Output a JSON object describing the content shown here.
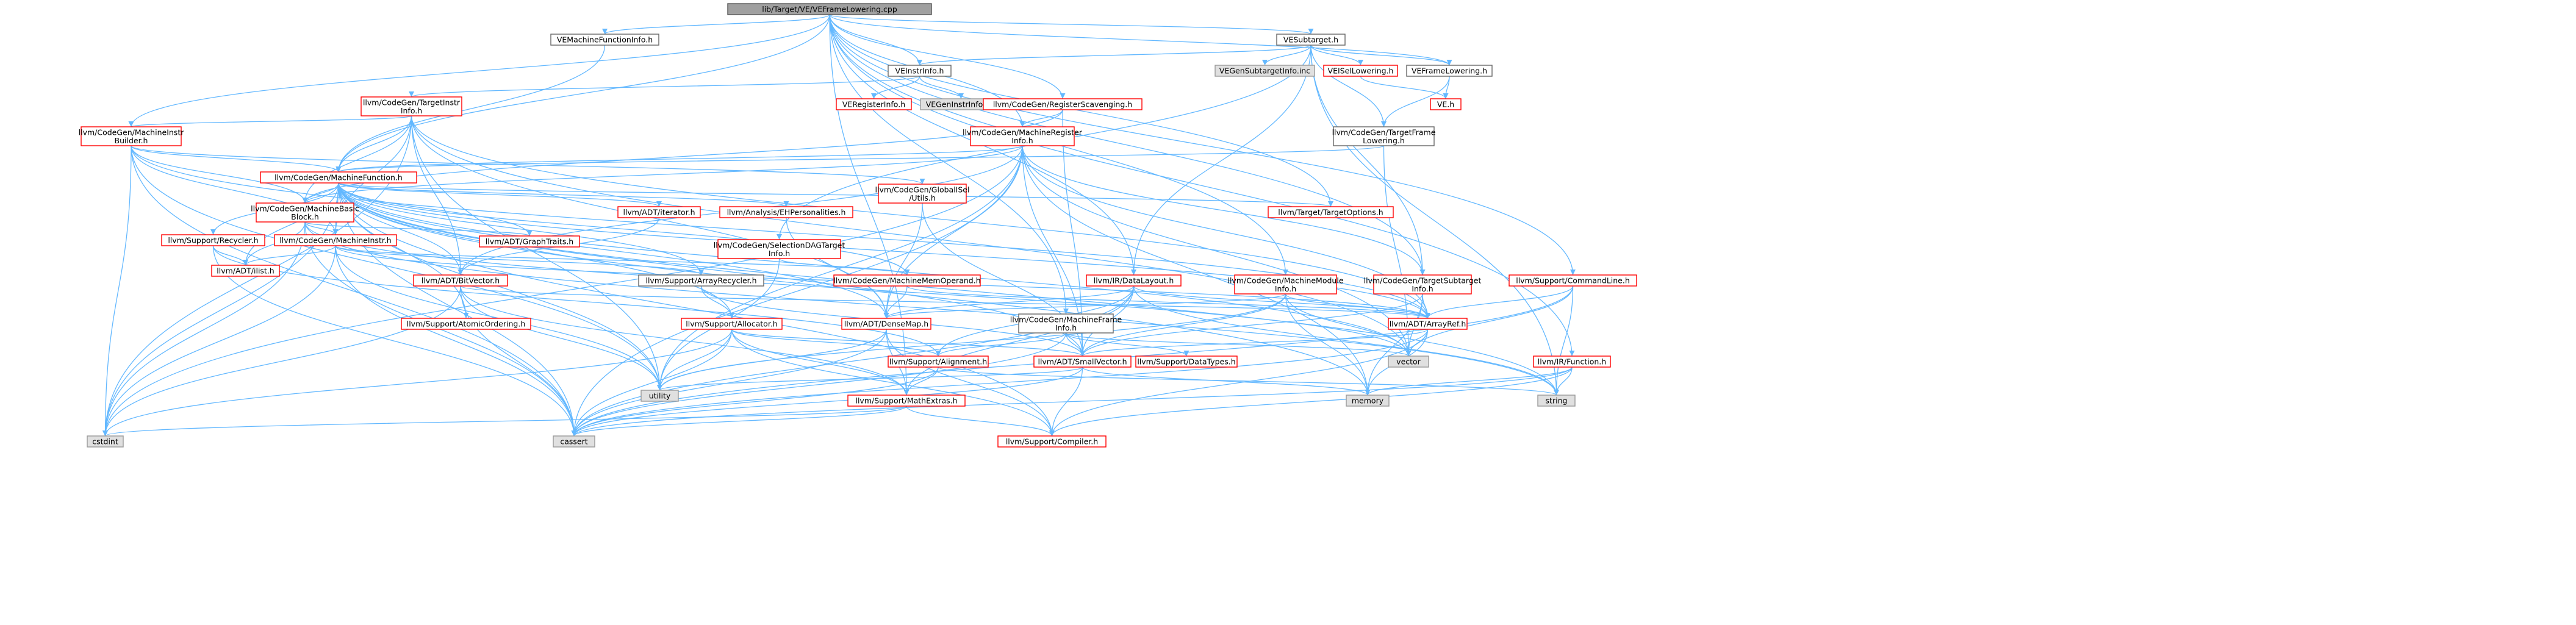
{
  "graph": {
    "nodes": [
      {
        "id": "root",
        "label": [
          "lib/Target/VE/VEFrameLowering.cpp"
        ],
        "style": "root"
      },
      {
        "id": "vemfi",
        "label": [
          "VEMachineFunctionInfo.h"
        ],
        "style": "black"
      },
      {
        "id": "vesubtarget",
        "label": [
          "VESubtarget.h"
        ],
        "style": "black"
      },
      {
        "id": "veinstrinfo",
        "label": [
          "VEInstrInfo.h"
        ],
        "style": "black"
      },
      {
        "id": "vegensubtargetinfo",
        "label": [
          "VEGenSubtargetInfo.inc"
        ],
        "style": "gray"
      },
      {
        "id": "veisellowering",
        "label": [
          "VEISelLowering.h"
        ],
        "style": "red"
      },
      {
        "id": "veframelowering",
        "label": [
          "VEFrameLowering.h"
        ],
        "style": "black"
      },
      {
        "id": "veh",
        "label": [
          "VE.h"
        ],
        "style": "red"
      },
      {
        "id": "targetinstrinfo",
        "label": [
          "llvm/CodeGen/TargetInstr",
          "Info.h"
        ],
        "style": "red"
      },
      {
        "id": "veregisterinfo",
        "label": [
          "VERegisterInfo.h"
        ],
        "style": "red"
      },
      {
        "id": "vegeninstrinfo",
        "label": [
          "VEGenInstrInfo.inc"
        ],
        "style": "gray"
      },
      {
        "id": "regscavenging",
        "label": [
          "llvm/CodeGen/RegisterScavenging.h"
        ],
        "style": "red"
      },
      {
        "id": "targetframelowering",
        "label": [
          "llvm/CodeGen/TargetFrame",
          "Lowering.h"
        ],
        "style": "black"
      },
      {
        "id": "mib",
        "label": [
          "llvm/CodeGen/MachineInstr",
          "Builder.h"
        ],
        "style": "red"
      },
      {
        "id": "mri",
        "label": [
          "llvm/CodeGen/MachineRegister",
          "Info.h"
        ],
        "style": "red"
      },
      {
        "id": "mf",
        "label": [
          "llvm/CodeGen/MachineFunction.h"
        ],
        "style": "red"
      },
      {
        "id": "globalisel",
        "label": [
          "llvm/CodeGen/GlobalISel",
          "/Utils.h"
        ],
        "style": "red"
      },
      {
        "id": "mbb",
        "label": [
          "llvm/CodeGen/MachineBasic",
          "Block.h"
        ],
        "style": "red"
      },
      {
        "id": "adtiterator",
        "label": [
          "llvm/ADT/iterator.h"
        ],
        "style": "red"
      },
      {
        "id": "ehpersonalities",
        "label": [
          "llvm/Analysis/EHPersonalities.h"
        ],
        "style": "red"
      },
      {
        "id": "targetoptions",
        "label": [
          "llvm/Target/TargetOptions.h"
        ],
        "style": "red"
      },
      {
        "id": "recycler",
        "label": [
          "llvm/Support/Recycler.h"
        ],
        "style": "red"
      },
      {
        "id": "minstr",
        "label": [
          "llvm/CodeGen/MachineInstr.h"
        ],
        "style": "red"
      },
      {
        "id": "graphtraits",
        "label": [
          "llvm/ADT/GraphTraits.h"
        ],
        "style": "red"
      },
      {
        "id": "seldagtargetinfo",
        "label": [
          "llvm/CodeGen/SelectionDAGTarget",
          "Info.h"
        ],
        "style": "red"
      },
      {
        "id": "commandline",
        "label": [
          "llvm/Support/CommandLine.h"
        ],
        "style": "red"
      },
      {
        "id": "ilist",
        "label": [
          "llvm/ADT/ilist.h"
        ],
        "style": "red"
      },
      {
        "id": "bitvector",
        "label": [
          "llvm/ADT/BitVector.h"
        ],
        "style": "red"
      },
      {
        "id": "arrayrecycler",
        "label": [
          "llvm/Support/ArrayRecycler.h"
        ],
        "style": "black"
      },
      {
        "id": "mmo",
        "label": [
          "llvm/CodeGen/MachineMemOperand.h"
        ],
        "style": "red"
      },
      {
        "id": "datalayout",
        "label": [
          "llvm/IR/DataLayout.h"
        ],
        "style": "red"
      },
      {
        "id": "mmi",
        "label": [
          "llvm/CodeGen/MachineModule",
          "Info.h"
        ],
        "style": "red"
      },
      {
        "id": "tsi",
        "label": [
          "llvm/CodeGen/TargetSubtarget",
          "Info.h"
        ],
        "style": "red"
      },
      {
        "id": "mfi",
        "label": [
          "llvm/CodeGen/MachineFrame",
          "Info.h"
        ],
        "style": "black"
      },
      {
        "id": "atomicordering",
        "label": [
          "llvm/Support/AtomicOrdering.h"
        ],
        "style": "red"
      },
      {
        "id": "allocator",
        "label": [
          "llvm/Support/Allocator.h"
        ],
        "style": "red"
      },
      {
        "id": "densemap",
        "label": [
          "llvm/ADT/DenseMap.h"
        ],
        "style": "red"
      },
      {
        "id": "arrayref",
        "label": [
          "llvm/ADT/ArrayRef.h"
        ],
        "style": "red"
      },
      {
        "id": "alignment",
        "label": [
          "llvm/Support/Alignment.h"
        ],
        "style": "red"
      },
      {
        "id": "smallvector",
        "label": [
          "llvm/ADT/SmallVector.h"
        ],
        "style": "red"
      },
      {
        "id": "datatypes",
        "label": [
          "llvm/Support/DataTypes.h"
        ],
        "style": "red"
      },
      {
        "id": "vector",
        "label": [
          "vector"
        ],
        "style": "gray"
      },
      {
        "id": "irfunction",
        "label": [
          "llvm/IR/Function.h"
        ],
        "style": "red"
      },
      {
        "id": "utility",
        "label": [
          "utility"
        ],
        "style": "gray"
      },
      {
        "id": "mathextras",
        "label": [
          "llvm/Support/MathExtras.h"
        ],
        "style": "red"
      },
      {
        "id": "memory",
        "label": [
          "memory"
        ],
        "style": "gray"
      },
      {
        "id": "string",
        "label": [
          "string"
        ],
        "style": "gray"
      },
      {
        "id": "cstdint",
        "label": [
          "cstdint"
        ],
        "style": "gray"
      },
      {
        "id": "cassert",
        "label": [
          "cassert"
        ],
        "style": "gray"
      },
      {
        "id": "compiler",
        "label": [
          "llvm/Support/Compiler.h"
        ],
        "style": "red"
      }
    ],
    "edges": [
      [
        "root",
        "vemfi"
      ],
      [
        "root",
        "vesubtarget"
      ],
      [
        "root",
        "veinstrinfo"
      ],
      [
        "root",
        "regscavenging"
      ],
      [
        "root",
        "mib"
      ],
      [
        "root",
        "mri"
      ],
      [
        "root",
        "mf"
      ],
      [
        "root",
        "mmi"
      ],
      [
        "root",
        "mfi"
      ],
      [
        "root",
        "commandline"
      ],
      [
        "root",
        "mathextras"
      ],
      [
        "root",
        "datalayout"
      ],
      [
        "root",
        "irfunction"
      ],
      [
        "root",
        "veframelowering"
      ],
      [
        "root",
        "tsi"
      ],
      [
        "root",
        "targetoptions"
      ],
      [
        "vemfi",
        "mf"
      ],
      [
        "vesubtarget",
        "veinstrinfo"
      ],
      [
        "vesubtarget",
        "vegensubtargetinfo"
      ],
      [
        "vesubtarget",
        "veisellowering"
      ],
      [
        "vesubtarget",
        "veframelowering"
      ],
      [
        "vesubtarget",
        "targetframelowering"
      ],
      [
        "vesubtarget",
        "tsi"
      ],
      [
        "vesubtarget",
        "seldagtargetinfo"
      ],
      [
        "vesubtarget",
        "datalayout"
      ],
      [
        "vesubtarget",
        "string"
      ],
      [
        "veisellowering",
        "veh"
      ],
      [
        "veframelowering",
        "veh"
      ],
      [
        "veframelowering",
        "targetframelowering"
      ],
      [
        "veinstrinfo",
        "targetinstrinfo"
      ],
      [
        "veinstrinfo",
        "veregisterinfo"
      ],
      [
        "veinstrinfo",
        "vegeninstrinfo"
      ],
      [
        "targetinstrinfo",
        "mf"
      ],
      [
        "targetinstrinfo",
        "mib"
      ],
      [
        "targetinstrinfo",
        "mbb"
      ],
      [
        "targetinstrinfo",
        "minstr"
      ],
      [
        "targetinstrinfo",
        "arrayref"
      ],
      [
        "targetinstrinfo",
        "densemap"
      ],
      [
        "targetinstrinfo",
        "bitvector"
      ],
      [
        "targetinstrinfo",
        "cstdint"
      ],
      [
        "targetinstrinfo",
        "utility"
      ],
      [
        "targetinstrinfo",
        "vector"
      ],
      [
        "regscavenging",
        "mri"
      ],
      [
        "regscavenging",
        "mbb"
      ],
      [
        "regscavenging",
        "smallvector"
      ],
      [
        "targetframelowering",
        "mf"
      ],
      [
        "targetframelowering",
        "vector"
      ],
      [
        "mib",
        "mf"
      ],
      [
        "mib",
        "mbb"
      ],
      [
        "mib",
        "minstr"
      ],
      [
        "mib",
        "globalisel"
      ],
      [
        "mib",
        "cstdint"
      ],
      [
        "mib",
        "cassert"
      ],
      [
        "mib",
        "utility"
      ],
      [
        "mib",
        "arrayref"
      ],
      [
        "mri",
        "mf"
      ],
      [
        "mri",
        "mbb"
      ],
      [
        "mri",
        "bitvector"
      ],
      [
        "mri",
        "densemap"
      ],
      [
        "mri",
        "arrayref"
      ],
      [
        "mri",
        "smallvector"
      ],
      [
        "mri",
        "tsi"
      ],
      [
        "mri",
        "memory"
      ],
      [
        "mri",
        "vector"
      ],
      [
        "mri",
        "utility"
      ],
      [
        "mri",
        "cassert"
      ],
      [
        "mri",
        "cstdint"
      ],
      [
        "mf",
        "mbb"
      ],
      [
        "mf",
        "adtiterator"
      ],
      [
        "mf",
        "ehpersonalities"
      ],
      [
        "mf",
        "targetoptions"
      ],
      [
        "mf",
        "recycler"
      ],
      [
        "mf",
        "minstr"
      ],
      [
        "mf",
        "graphtraits"
      ],
      [
        "mf",
        "ilist"
      ],
      [
        "mf",
        "bitvector"
      ],
      [
        "mf",
        "arrayrecycler"
      ],
      [
        "mf",
        "mmo"
      ],
      [
        "mf",
        "atomicordering"
      ],
      [
        "mf",
        "allocator"
      ],
      [
        "mf",
        "densemap"
      ],
      [
        "mf",
        "arrayref"
      ],
      [
        "mf",
        "smallvector"
      ],
      [
        "mf",
        "compiler"
      ],
      [
        "mf",
        "cassert"
      ],
      [
        "mf",
        "cstdint"
      ],
      [
        "mf",
        "memory"
      ],
      [
        "mf",
        "utility"
      ],
      [
        "mf",
        "vector"
      ],
      [
        "mf",
        "string"
      ],
      [
        "globalisel",
        "densemap"
      ],
      [
        "globalisel",
        "smallvector"
      ],
      [
        "mbb",
        "minstr"
      ],
      [
        "mbb",
        "graphtraits"
      ],
      [
        "mbb",
        "ilist"
      ],
      [
        "mbb",
        "cassert"
      ],
      [
        "mbb",
        "cstdint"
      ],
      [
        "mbb",
        "string"
      ],
      [
        "mbb",
        "vector"
      ],
      [
        "minstr",
        "ilist"
      ],
      [
        "minstr",
        "arrayrecycler"
      ],
      [
        "minstr",
        "mmo"
      ],
      [
        "minstr",
        "arrayref"
      ],
      [
        "minstr",
        "cassert"
      ],
      [
        "minstr",
        "cstdint"
      ],
      [
        "minstr",
        "utility"
      ],
      [
        "adtiterator",
        "bitvector"
      ],
      [
        "ehpersonalities",
        "densemap"
      ],
      [
        "recycler",
        "ilist"
      ],
      [
        "recycler",
        "alignment"
      ],
      [
        "recycler",
        "cassert"
      ],
      [
        "seldagtargetinfo",
        "mmo"
      ],
      [
        "seldagtargetinfo",
        "utility"
      ],
      [
        "commandline",
        "arrayref"
      ],
      [
        "commandline",
        "string"
      ],
      [
        "commandline",
        "vector"
      ],
      [
        "commandline",
        "cassert"
      ],
      [
        "bitvector",
        "arrayref"
      ],
      [
        "bitvector",
        "mathextras"
      ],
      [
        "bitvector",
        "cassert"
      ],
      [
        "bitvector",
        "cstdint"
      ],
      [
        "bitvector",
        "utility"
      ],
      [
        "arrayrecycler",
        "allocator"
      ],
      [
        "arrayrecycler",
        "smallvector"
      ],
      [
        "mmo",
        "densemap"
      ],
      [
        "mmo",
        "arrayref"
      ],
      [
        "datalayout",
        "densemap"
      ],
      [
        "datalayout",
        "arrayref"
      ],
      [
        "datalayout",
        "smallvector"
      ],
      [
        "datalayout",
        "alignment"
      ],
      [
        "datalayout",
        "mathextras"
      ],
      [
        "datalayout",
        "cassert"
      ],
      [
        "datalayout",
        "string"
      ],
      [
        "mmi",
        "densemap"
      ],
      [
        "mmi",
        "arrayref"
      ],
      [
        "mmi",
        "smallvector"
      ],
      [
        "mmi",
        "memory"
      ],
      [
        "mmi",
        "utility"
      ],
      [
        "mmi",
        "vector"
      ],
      [
        "tsi",
        "arrayref"
      ],
      [
        "tsi",
        "smallvector"
      ],
      [
        "tsi",
        "memory"
      ],
      [
        "tsi",
        "vector"
      ],
      [
        "mfi",
        "smallvector"
      ],
      [
        "mfi",
        "datatypes"
      ],
      [
        "mfi",
        "alignment"
      ],
      [
        "mfi",
        "cassert"
      ],
      [
        "mfi",
        "vector"
      ],
      [
        "allocator",
        "alignment"
      ],
      [
        "allocator",
        "mathextras"
      ],
      [
        "allocator",
        "compiler"
      ],
      [
        "allocator",
        "smallvector"
      ],
      [
        "allocator",
        "cassert"
      ],
      [
        "allocator",
        "cstdint"
      ],
      [
        "allocator",
        "utility"
      ],
      [
        "densemap",
        "mathextras"
      ],
      [
        "densemap",
        "compiler"
      ],
      [
        "densemap",
        "cassert"
      ],
      [
        "densemap",
        "utility"
      ],
      [
        "arrayref",
        "smallvector"
      ],
      [
        "arrayref",
        "compiler"
      ],
      [
        "arrayref",
        "cassert"
      ],
      [
        "arrayref",
        "memory"
      ],
      [
        "arrayref",
        "vector"
      ],
      [
        "alignment",
        "mathextras"
      ],
      [
        "alignment",
        "cassert"
      ],
      [
        "alignment",
        "string"
      ],
      [
        "smallvector",
        "compiler"
      ],
      [
        "smallvector",
        "utility"
      ],
      [
        "smallvector",
        "memory"
      ],
      [
        "smallvector",
        "cassert"
      ],
      [
        "irfunction",
        "compiler"
      ],
      [
        "irfunction",
        "cassert"
      ],
      [
        "irfunction",
        "memory"
      ],
      [
        "irfunction",
        "string"
      ],
      [
        "mathextras",
        "compiler"
      ],
      [
        "mathextras",
        "cassert"
      ],
      [
        "mathextras",
        "cstdint"
      ]
    ]
  }
}
